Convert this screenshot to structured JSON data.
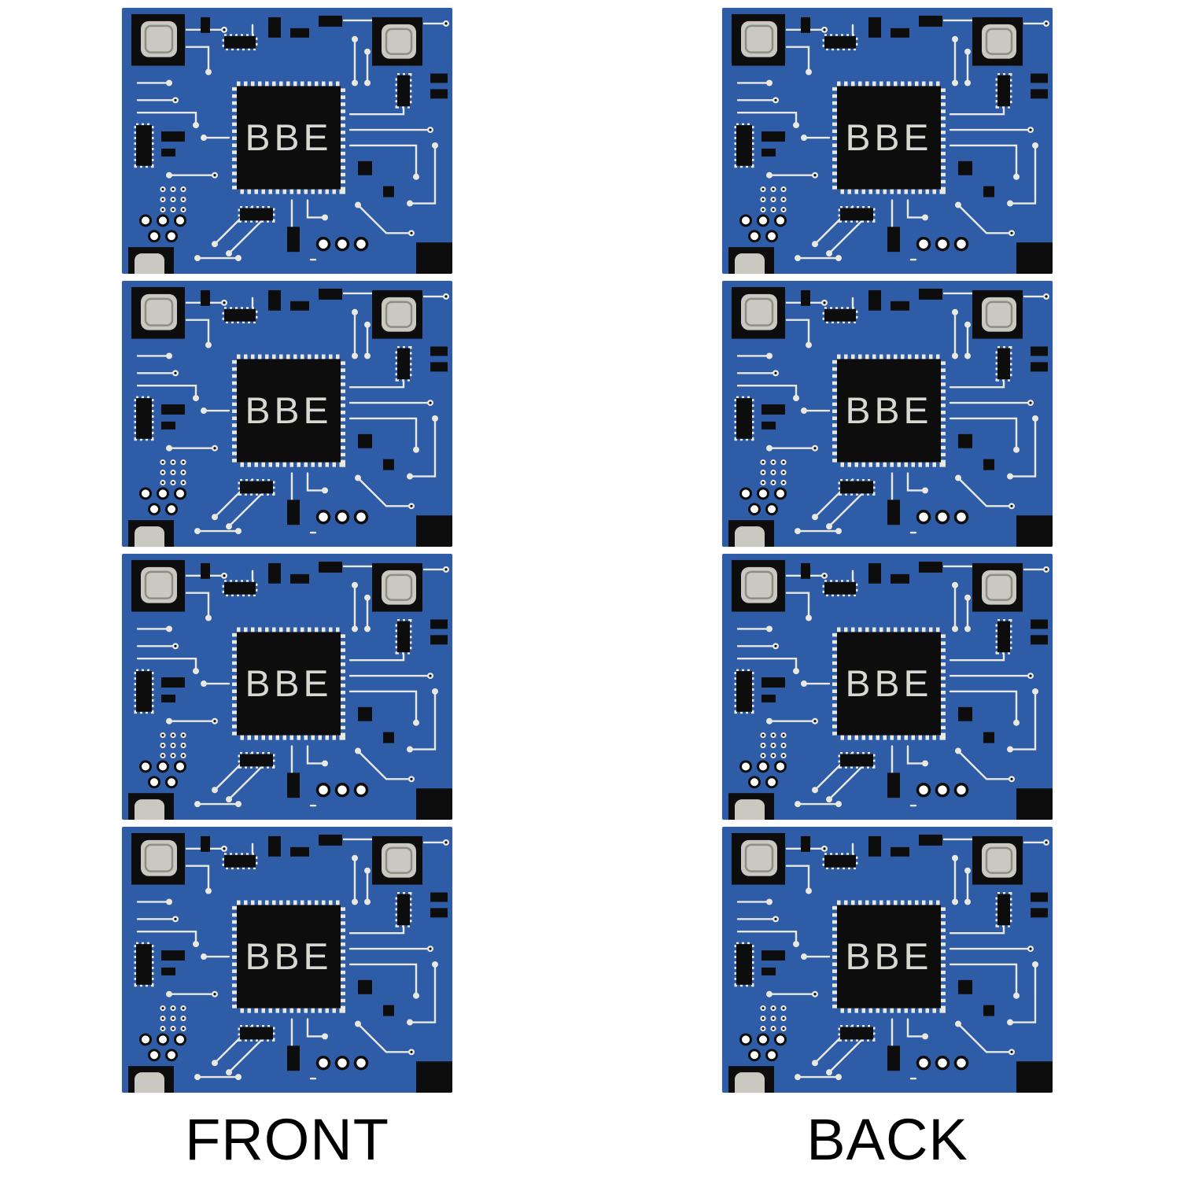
{
  "page": {
    "background_color": "#FFFFFF"
  },
  "product": {
    "monogram": "BBE",
    "sides": [
      {
        "label": "FRONT",
        "item_count": 4
      },
      {
        "label": "BACK",
        "item_count": 4
      }
    ]
  },
  "pattern": {
    "name": "circuit-board",
    "colors": {
      "board_blue": "#2E5CA6",
      "trace_white": "#E9E9E1",
      "component_black": "#0D0D0D",
      "module_gray": "#C9C9C2",
      "via_white": "#FFFFFF",
      "monogram_gray": "#D8D8D2",
      "label_black": "#000000"
    }
  }
}
